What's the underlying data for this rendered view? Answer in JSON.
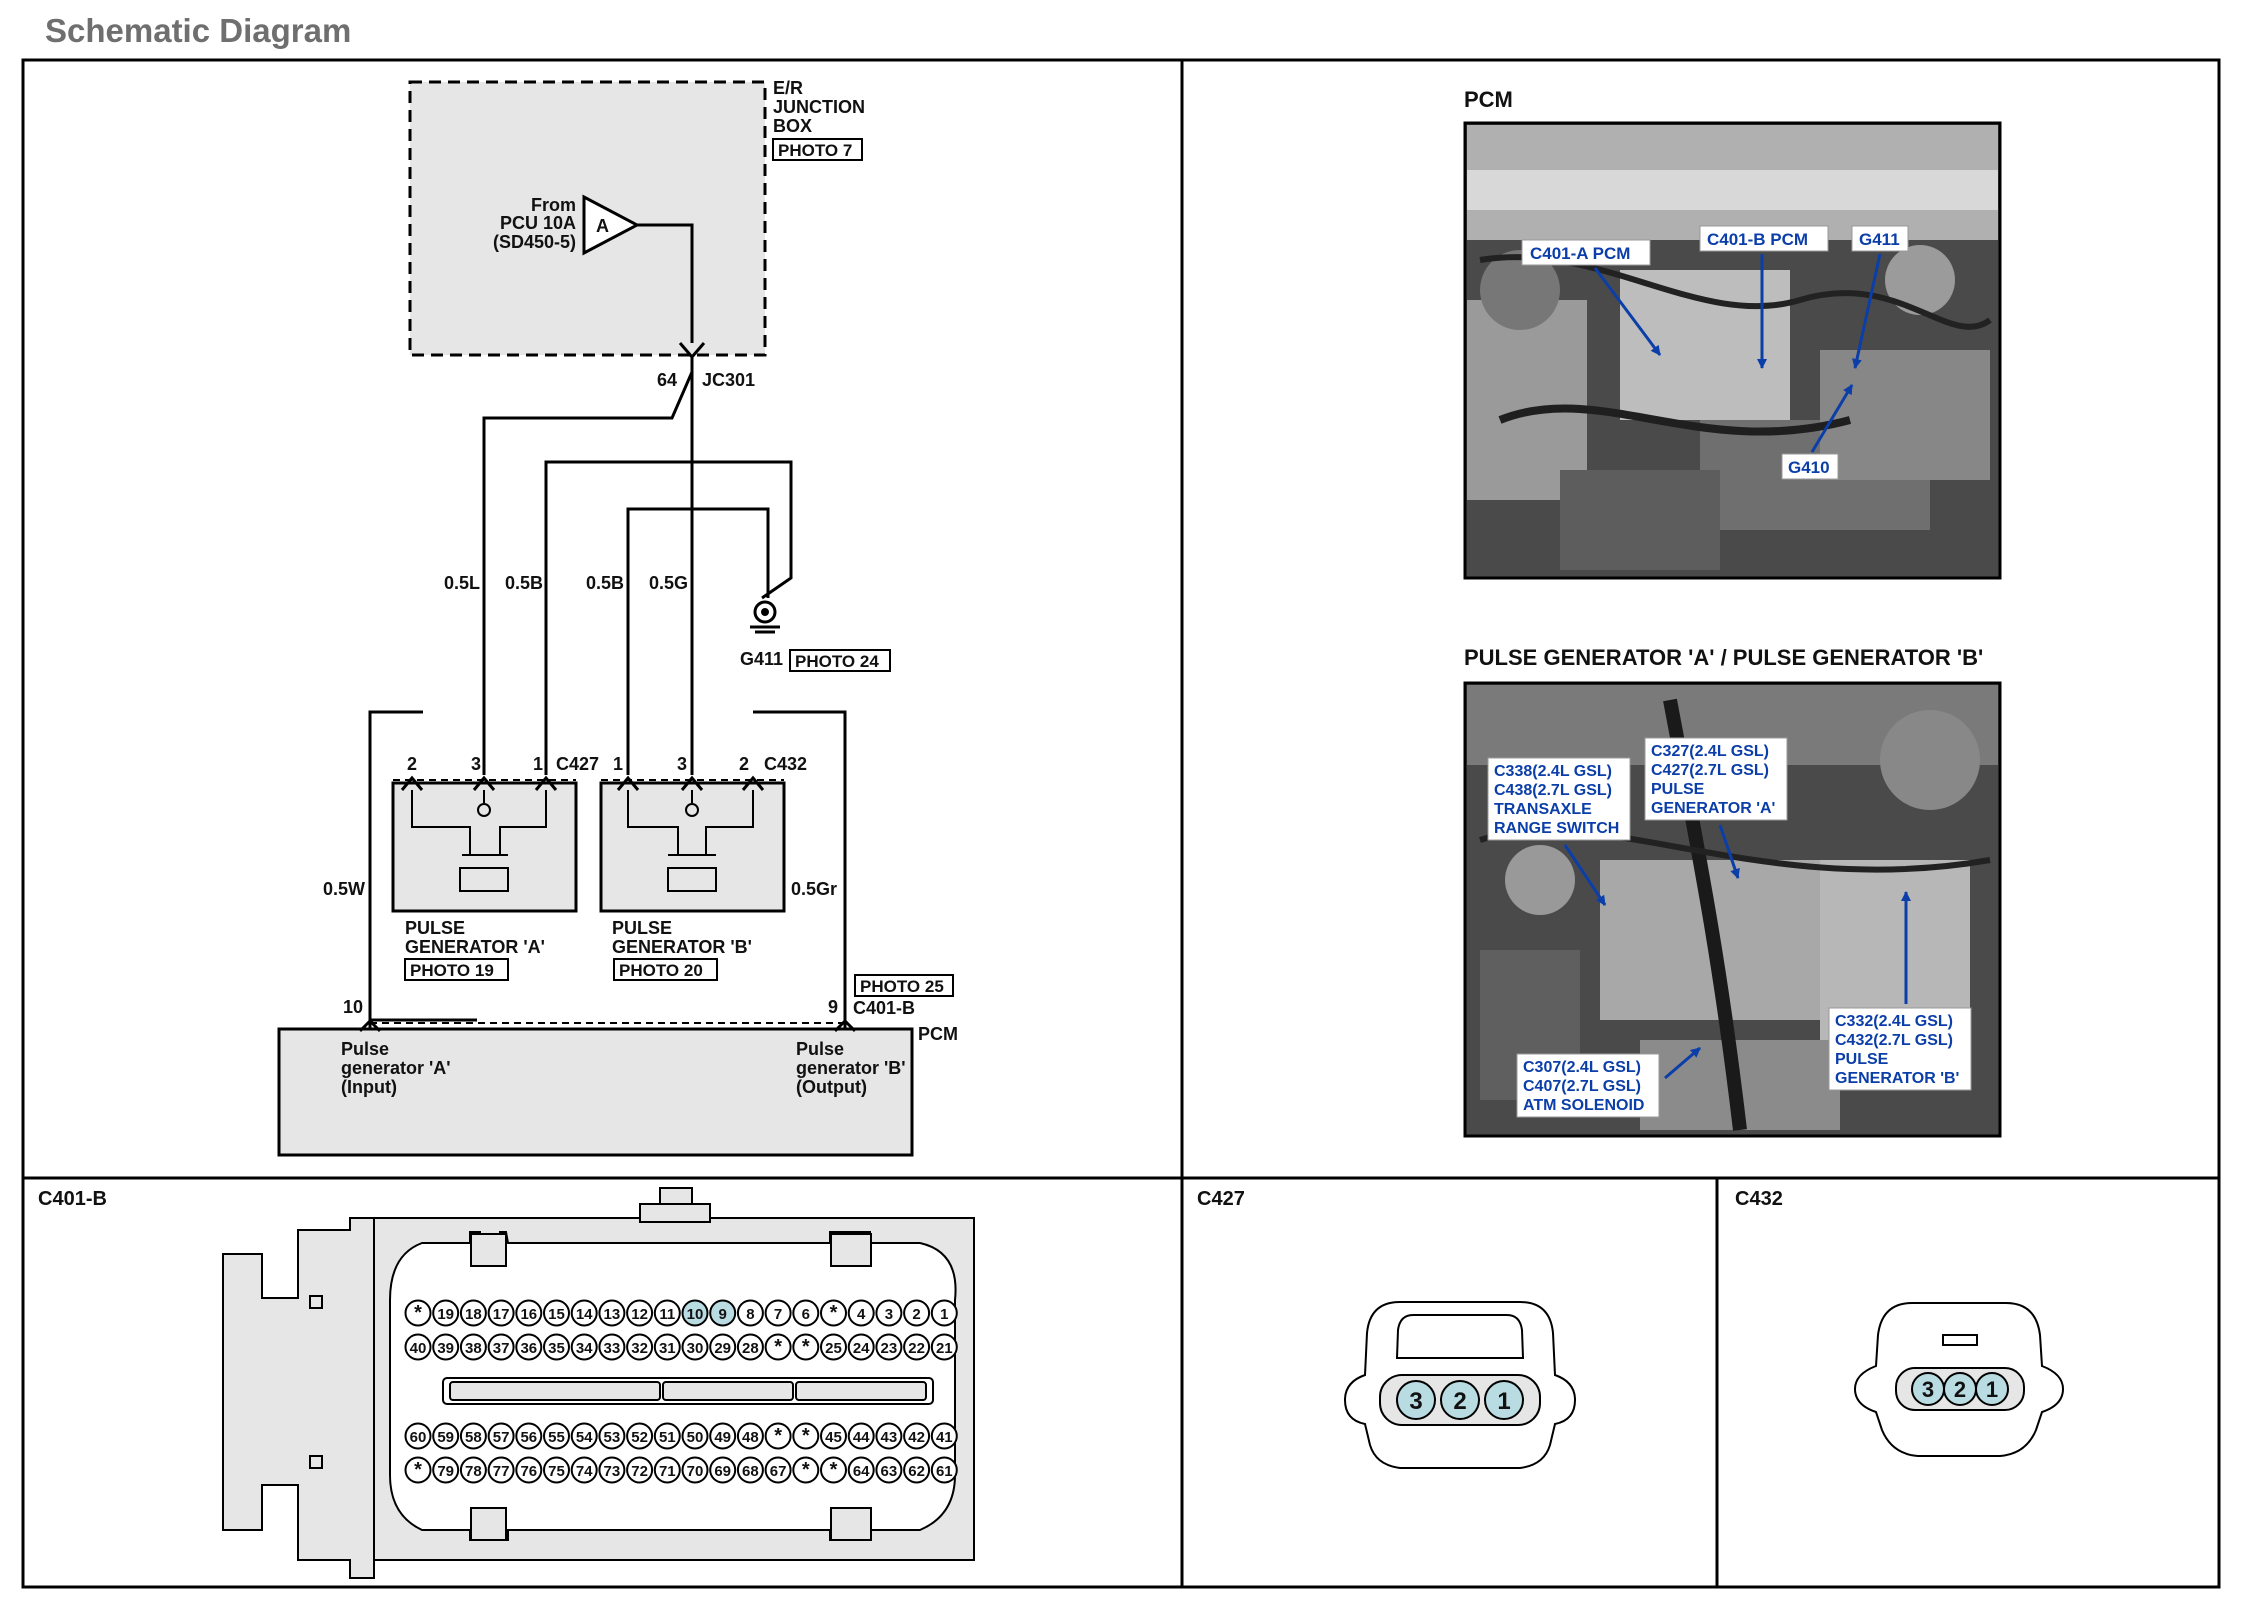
{
  "page_title": "Schematic Diagram",
  "junction_box": {
    "lines": [
      "E/R",
      "JUNCTION",
      "BOX"
    ],
    "photo": "PHOTO 7"
  },
  "source": {
    "lines": [
      "From",
      "PCU 10A",
      "(SD450-5)"
    ],
    "symbol": "A"
  },
  "jc301": {
    "pin": "64",
    "name": "JC301"
  },
  "wires": {
    "w1": "0.5L",
    "w2": "0.5B",
    "w3": "0.5B",
    "w4": "0.5G",
    "w5": "0.5W",
    "w6": "0.5Gr"
  },
  "ground": {
    "name": "G411",
    "photo": "PHOTO 24"
  },
  "pulse_a": {
    "pins": [
      "2",
      "3",
      "1"
    ],
    "connector": "C427",
    "lines": [
      "PULSE",
      "GENERATOR 'A'"
    ],
    "photo": "PHOTO 19"
  },
  "pulse_b": {
    "pins": [
      "1",
      "3",
      "2"
    ],
    "connector": "C432",
    "lines": [
      "PULSE",
      "GENERATOR 'B'"
    ],
    "photo": "PHOTO 20"
  },
  "pcm": {
    "photo": "PHOTO 25",
    "connector": "C401-B",
    "label": "PCM",
    "pin_left": "10",
    "pin_right": "9",
    "left_lines": [
      "Pulse",
      "generator 'A'",
      "(Input)"
    ],
    "right_lines": [
      "Pulse",
      "generator 'B'",
      "(Output)"
    ]
  },
  "photo_pcm": {
    "title": "PCM",
    "callouts": [
      "C401-A PCM",
      "C401-B PCM",
      "G411",
      "G410"
    ]
  },
  "photo_pulse": {
    "title": "PULSE GENERATOR 'A' / PULSE GENERATOR 'B'",
    "callout1": [
      "C338(2.4L GSL)",
      "C438(2.7L GSL)",
      "TRANSAXLE",
      "RANGE SWITCH"
    ],
    "callout2": [
      "C327(2.4L GSL)",
      "C427(2.7L GSL)",
      "PULSE",
      "GENERATOR 'A'"
    ],
    "callout3": [
      "C307(2.4L GSL)",
      "C407(2.7L GSL)",
      "ATM SOLENOID"
    ],
    "callout4": [
      "C332(2.4L GSL)",
      "C432(2.7L GSL)",
      "PULSE",
      "GENERATOR 'B'"
    ]
  },
  "c401b": {
    "title": "C401-B",
    "row1": [
      "*",
      "19",
      "18",
      "17",
      "16",
      "15",
      "14",
      "13",
      "12",
      "11",
      "10",
      "9",
      "8",
      "7",
      "6",
      "*",
      "4",
      "3",
      "2",
      "1"
    ],
    "row2": [
      "40",
      "39",
      "38",
      "37",
      "36",
      "35",
      "34",
      "33",
      "32",
      "31",
      "30",
      "29",
      "28",
      "*",
      "*",
      "25",
      "24",
      "23",
      "22",
      "21"
    ],
    "row3": [
      "60",
      "59",
      "58",
      "57",
      "56",
      "55",
      "54",
      "53",
      "52",
      "51",
      "50",
      "49",
      "48",
      "*",
      "*",
      "45",
      "44",
      "43",
      "42",
      "41"
    ],
    "row4": [
      "*",
      "79",
      "78",
      "77",
      "76",
      "75",
      "74",
      "73",
      "72",
      "71",
      "70",
      "69",
      "68",
      "67",
      "*",
      "*",
      "64",
      "63",
      "62",
      "61"
    ],
    "highlight": [
      "10",
      "9"
    ]
  },
  "c427": {
    "title": "C427",
    "pins": [
      "3",
      "2",
      "1"
    ]
  },
  "c432": {
    "title": "C432",
    "pins": [
      "3",
      "2",
      "1"
    ]
  },
  "colors": {
    "pin_fill": "#b9dce3",
    "box_fill": "#e6e6e6",
    "callout_text": "#0b3ea8"
  }
}
